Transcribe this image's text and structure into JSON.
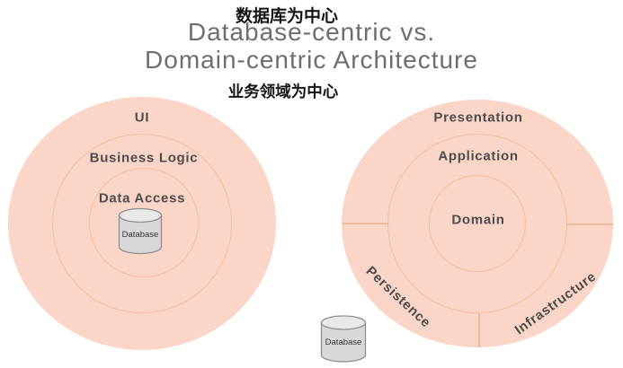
{
  "header": {
    "annotation_top": "数据库为中心",
    "title_line1": "Database-centric vs.",
    "title_line2": "Domain-centric Architecture",
    "annotation_bottom": "业务领域为中心"
  },
  "left_diagram": {
    "type": "database-centric",
    "rings": [
      {
        "label": "UI"
      },
      {
        "label": "Business Logic"
      },
      {
        "label": "Data Access"
      }
    ],
    "database_label": "Database"
  },
  "right_diagram": {
    "type": "domain-centric",
    "rings": [
      {
        "label": "Presentation"
      },
      {
        "label": "Application"
      },
      {
        "label": "Domain"
      }
    ],
    "outer_segments": [
      {
        "label": "Persistence"
      },
      {
        "label": "Infrastructure"
      }
    ],
    "database_label": "Database"
  },
  "colors": {
    "circle_fill": "#fbd5c8",
    "ring_border": "#f0ab82",
    "label_text": "#4d4d4d",
    "title_text": "#6e6e6e",
    "annotation_text": "#151515",
    "cylinder_fill": "#d8d8d8",
    "cylinder_top": "#e9e9e9",
    "cylinder_border": "#8f8f8f"
  }
}
